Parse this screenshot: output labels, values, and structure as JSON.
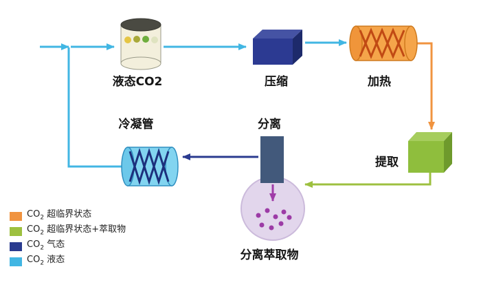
{
  "diagram": {
    "nodes": {
      "liquid_co2": "液态CO2",
      "compress": "压缩",
      "heat": "加热",
      "extract": "提取",
      "separate": "分离",
      "condense": "冷凝管",
      "separated_extract": "分离萃取物"
    },
    "colors": {
      "liquid_line": "#41b6e3",
      "gas_line": "#2a3b8f",
      "supercritical_line": "#f0933f",
      "supercritical_extract_line": "#9dc03f",
      "particle": "#9c3ba6"
    }
  },
  "legend": {
    "items": [
      {
        "prefix": "CO",
        "sub": "2",
        "label": "超临界状态",
        "color": "#f0933f"
      },
      {
        "prefix": "CO",
        "sub": "2",
        "label": "超临界状态+萃取物",
        "color": "#9dc03f"
      },
      {
        "prefix": "CO",
        "sub": "2",
        "label": "气态",
        "color": "#2a3b8f"
      },
      {
        "prefix": "CO",
        "sub": "2",
        "label": "液态",
        "color": "#41b6e3"
      }
    ]
  }
}
